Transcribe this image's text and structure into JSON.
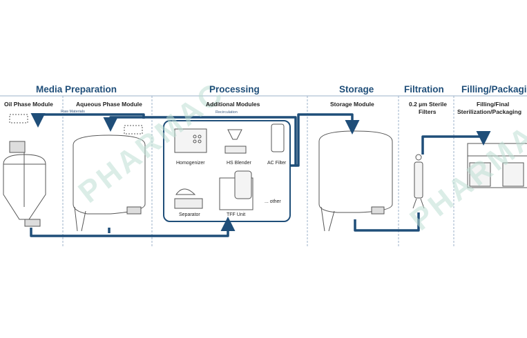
{
  "stages": {
    "media_preparation": "Media Preparation",
    "processing": "Processing",
    "storage": "Storage",
    "filtration": "Filtration",
    "filling_packaging": "Filling/Packaging"
  },
  "modules": {
    "oil_phase": "Oil Phase Module",
    "aqueous_phase": "Aqueous Phase Module",
    "additional": "Additional Modules",
    "storage": "Storage  Module",
    "sterile_filters_line1": "0.2 µm Sterile",
    "sterile_filters_line2": "Filters",
    "final_line1": "Filling/Final",
    "final_line2": "Sterilization/Packaging"
  },
  "flow_labels": {
    "raw_materials": "Raw Materials",
    "recirculation": "Recirculation"
  },
  "equipment": {
    "homogenizer": "Homogenizer",
    "hs_blender": "HS Blender",
    "ac_filter": "AC Filter",
    "separator": "Separator",
    "tff_unit": "TFF Unit",
    "other": "... other"
  },
  "watermark": {
    "text_1": "PHARMAC",
    "text_2": "PHARMAC"
  },
  "colors": {
    "title": "#1f4e79",
    "flow_line": "#1f4e79",
    "divider": "#9bb0c8",
    "equipment_stroke": "#555555",
    "watermark": "#bedfd4"
  }
}
